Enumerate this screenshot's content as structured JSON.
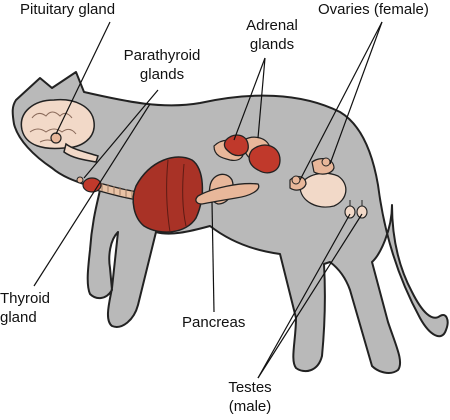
{
  "labels": {
    "pituitary": "Pituitary gland",
    "ovaries": "Ovaries (female)",
    "adrenal_1": "Adrenal",
    "adrenal_2": "glands",
    "parathyroid_1": "Parathyroid",
    "parathyroid_2": "glands",
    "thyroid_1": "Thyroid",
    "thyroid_2": "gland",
    "pancreas": "Pancreas",
    "testes_1": "Testes",
    "testes_2": "(male)"
  },
  "colors": {
    "body": "#b9b9b9",
    "outline": "#222222",
    "brain": "#f2d9c8",
    "organ": "#a93226",
    "gland": "#e8b79a",
    "trachea": "#e9c3a6"
  }
}
